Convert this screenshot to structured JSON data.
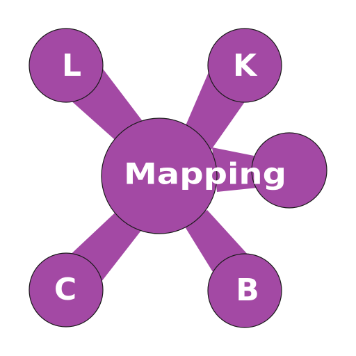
{
  "diagram": {
    "type": "hub-and-spoke",
    "fill_color": "#a349a4",
    "outline_color": "#1a1a1a",
    "label_color": "#ffffff",
    "center": {
      "label": "Mapping"
    },
    "nodes": [
      {
        "id": "l",
        "label": "L"
      },
      {
        "id": "k",
        "label": "K"
      },
      {
        "id": "c",
        "label": "C"
      },
      {
        "id": "b",
        "label": "B"
      },
      {
        "id": "right",
        "label": ""
      }
    ]
  }
}
